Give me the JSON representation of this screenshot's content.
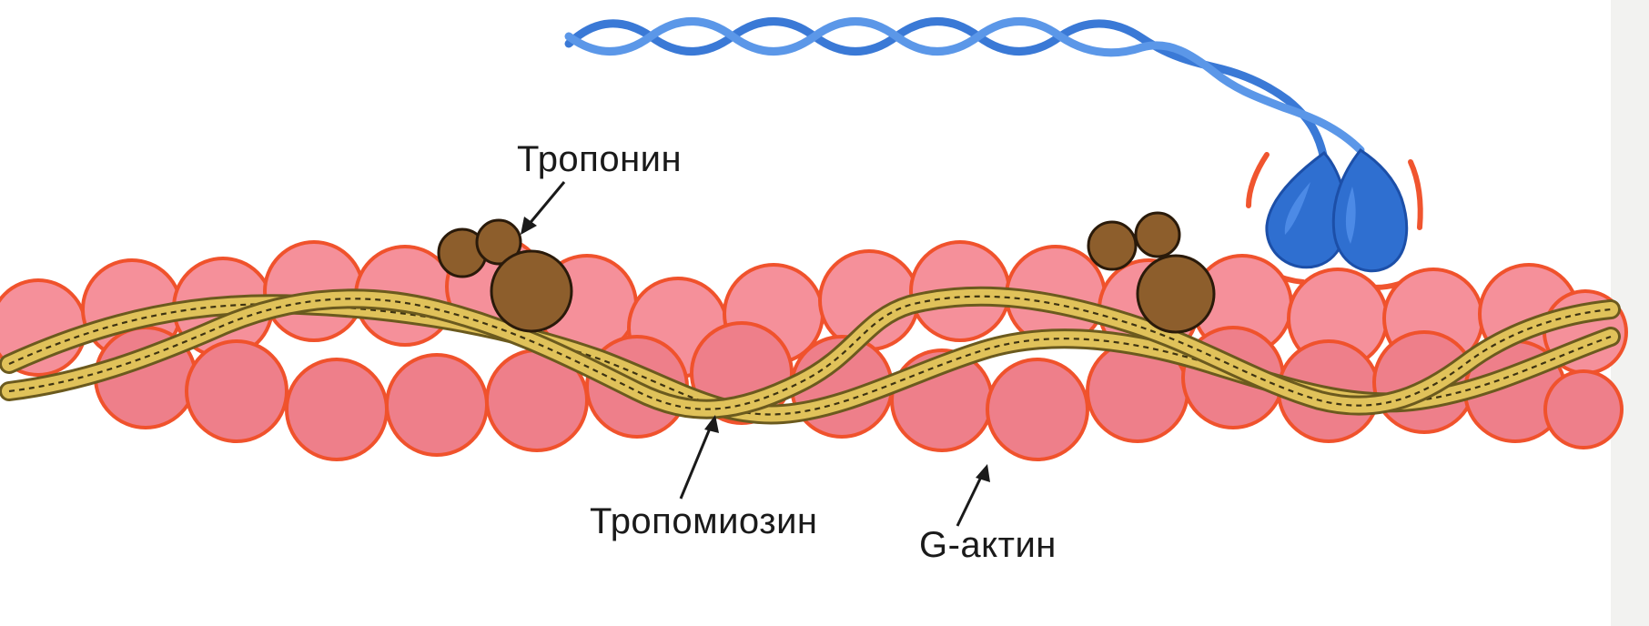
{
  "labels": {
    "troponin": "Тропонин",
    "tropomyosin": "Тропомиозин",
    "g_actin": "G-актин"
  },
  "colors": {
    "actin_fill": "#f5909a",
    "actin_outline": "#f0522c",
    "troponin": "#8d5e2c",
    "tropomyosin": "#e0c25a",
    "myosin": "#2f6fd0"
  }
}
